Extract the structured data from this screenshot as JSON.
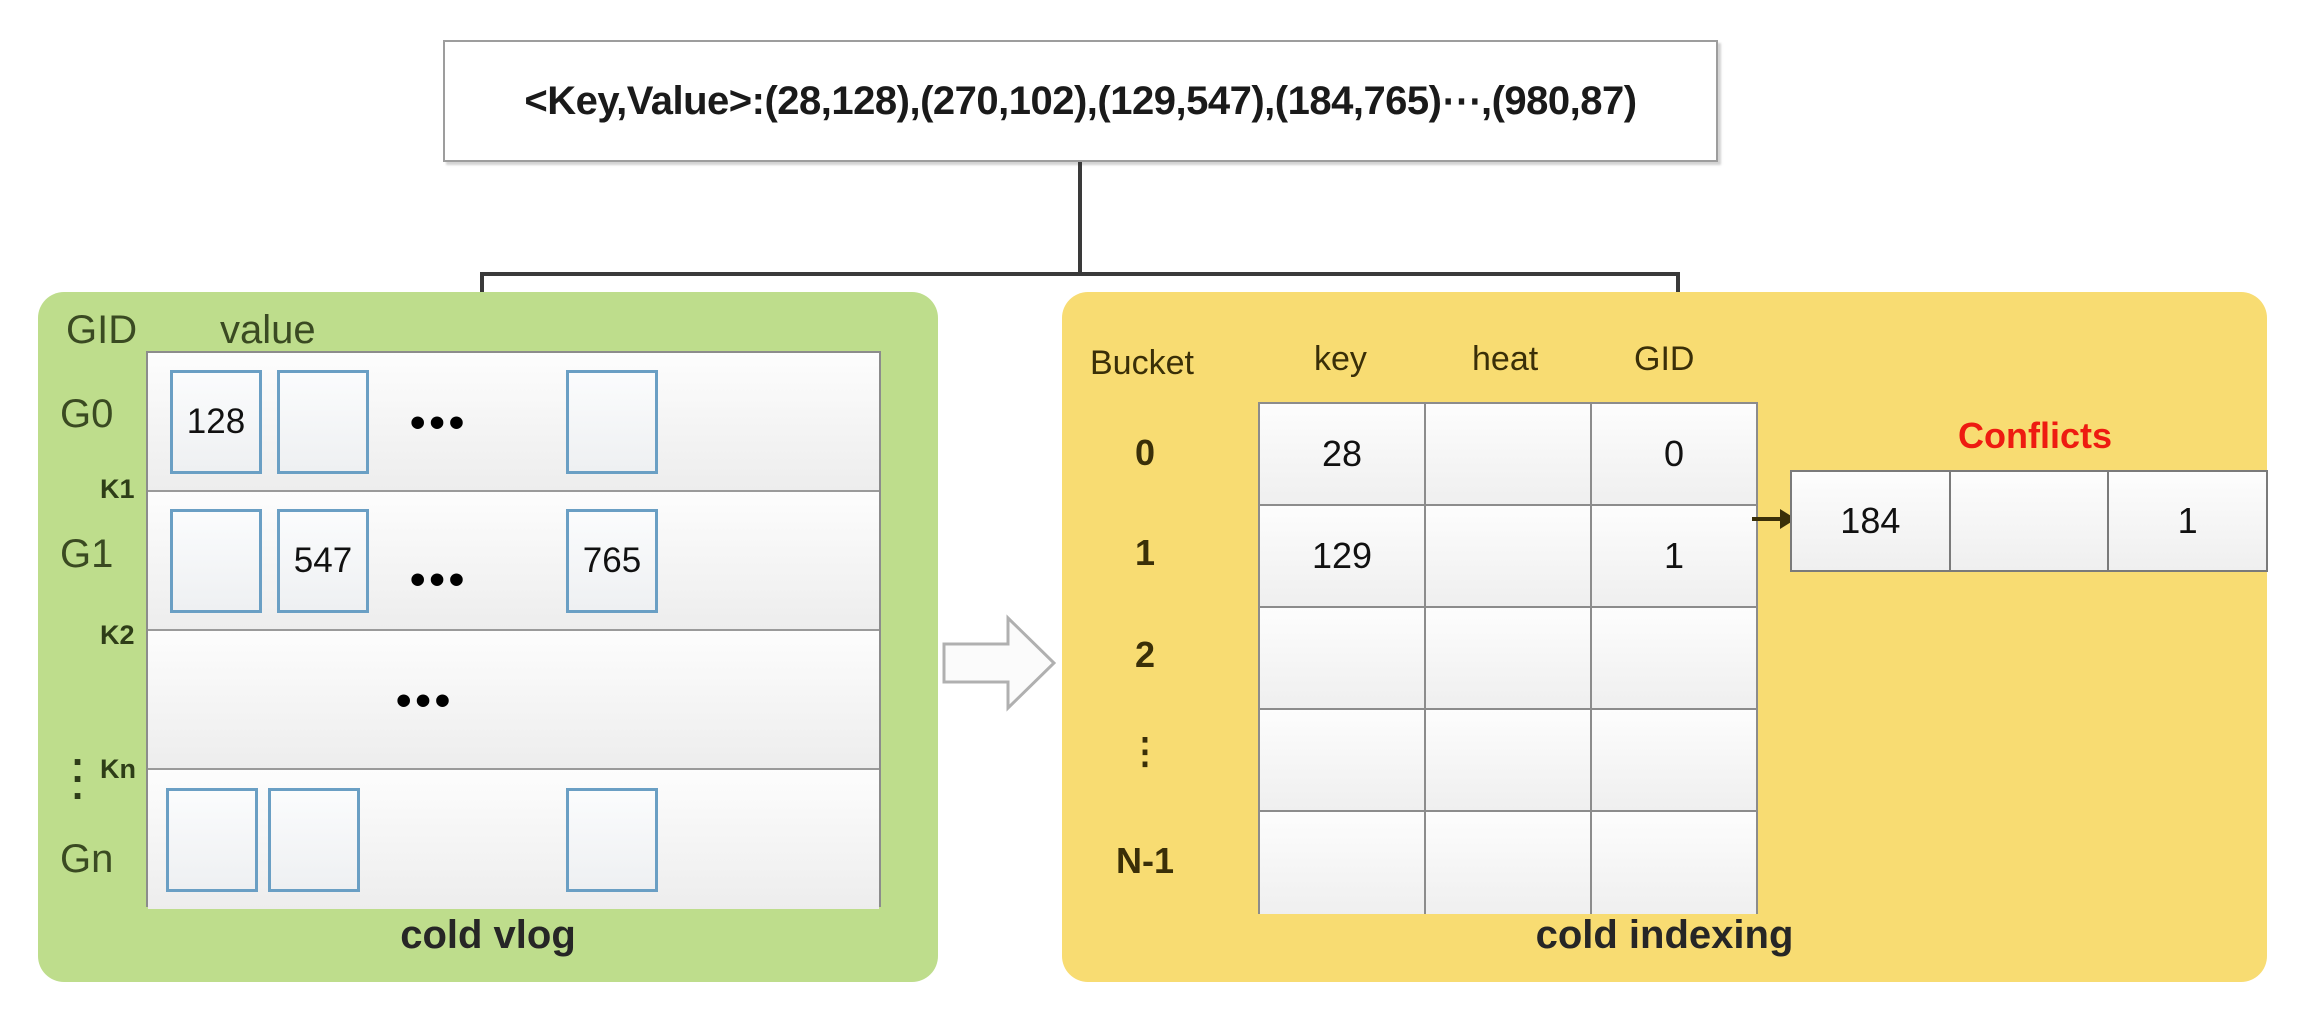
{
  "source_box": {
    "text": "<Key,Value>:(28,128),(270,102),(129,547),(184,765)⋯,(980,87)"
  },
  "colors": {
    "vlog_panel": "#bedd8c",
    "index_panel": "#f8dc72",
    "conflicts_text": "#ee1b11",
    "cell_border": "#6a9fc4"
  },
  "vlog": {
    "caption": "cold vlog",
    "header_gid": "GID",
    "header_value": "value",
    "gid_labels": [
      "G0",
      "G1",
      "Gn"
    ],
    "key_labels": [
      "K1",
      "K2",
      "Kn"
    ],
    "vertical_dots": "…",
    "rows": [
      {
        "gid": "G0",
        "cells": [
          "128",
          "",
          "",
          ""
        ],
        "ellipsis": "•••"
      },
      {
        "gid": "G1",
        "cells": [
          "",
          "547",
          "",
          "765"
        ],
        "ellipsis": "•••"
      },
      {
        "gid": "",
        "cells": [],
        "ellipsis": "•••"
      },
      {
        "gid": "Gn",
        "cells": [
          "",
          "",
          "",
          ""
        ],
        "ellipsis": ""
      }
    ],
    "row_cell_values": {
      "g0": [
        "128",
        "",
        "",
        ""
      ],
      "g1": [
        "",
        "547",
        "",
        "765"
      ],
      "gn": [
        "",
        "",
        ""
      ]
    }
  },
  "index": {
    "caption": "cold indexing",
    "bucket_header": "Bucket",
    "columns": [
      "key",
      "heat",
      "GID"
    ],
    "bucket_labels": [
      "0",
      "1",
      "2",
      "⋮",
      "N-1"
    ],
    "rows": [
      {
        "key": "28",
        "heat": "",
        "gid": "0"
      },
      {
        "key": "129",
        "heat": "",
        "gid": "1"
      },
      {
        "key": "",
        "heat": "",
        "gid": ""
      },
      {
        "key": "",
        "heat": "",
        "gid": ""
      },
      {
        "key": "",
        "heat": "",
        "gid": ""
      }
    ]
  },
  "conflicts": {
    "label": "Conflicts",
    "row": {
      "key": "184",
      "heat": "",
      "gid": "1"
    }
  }
}
